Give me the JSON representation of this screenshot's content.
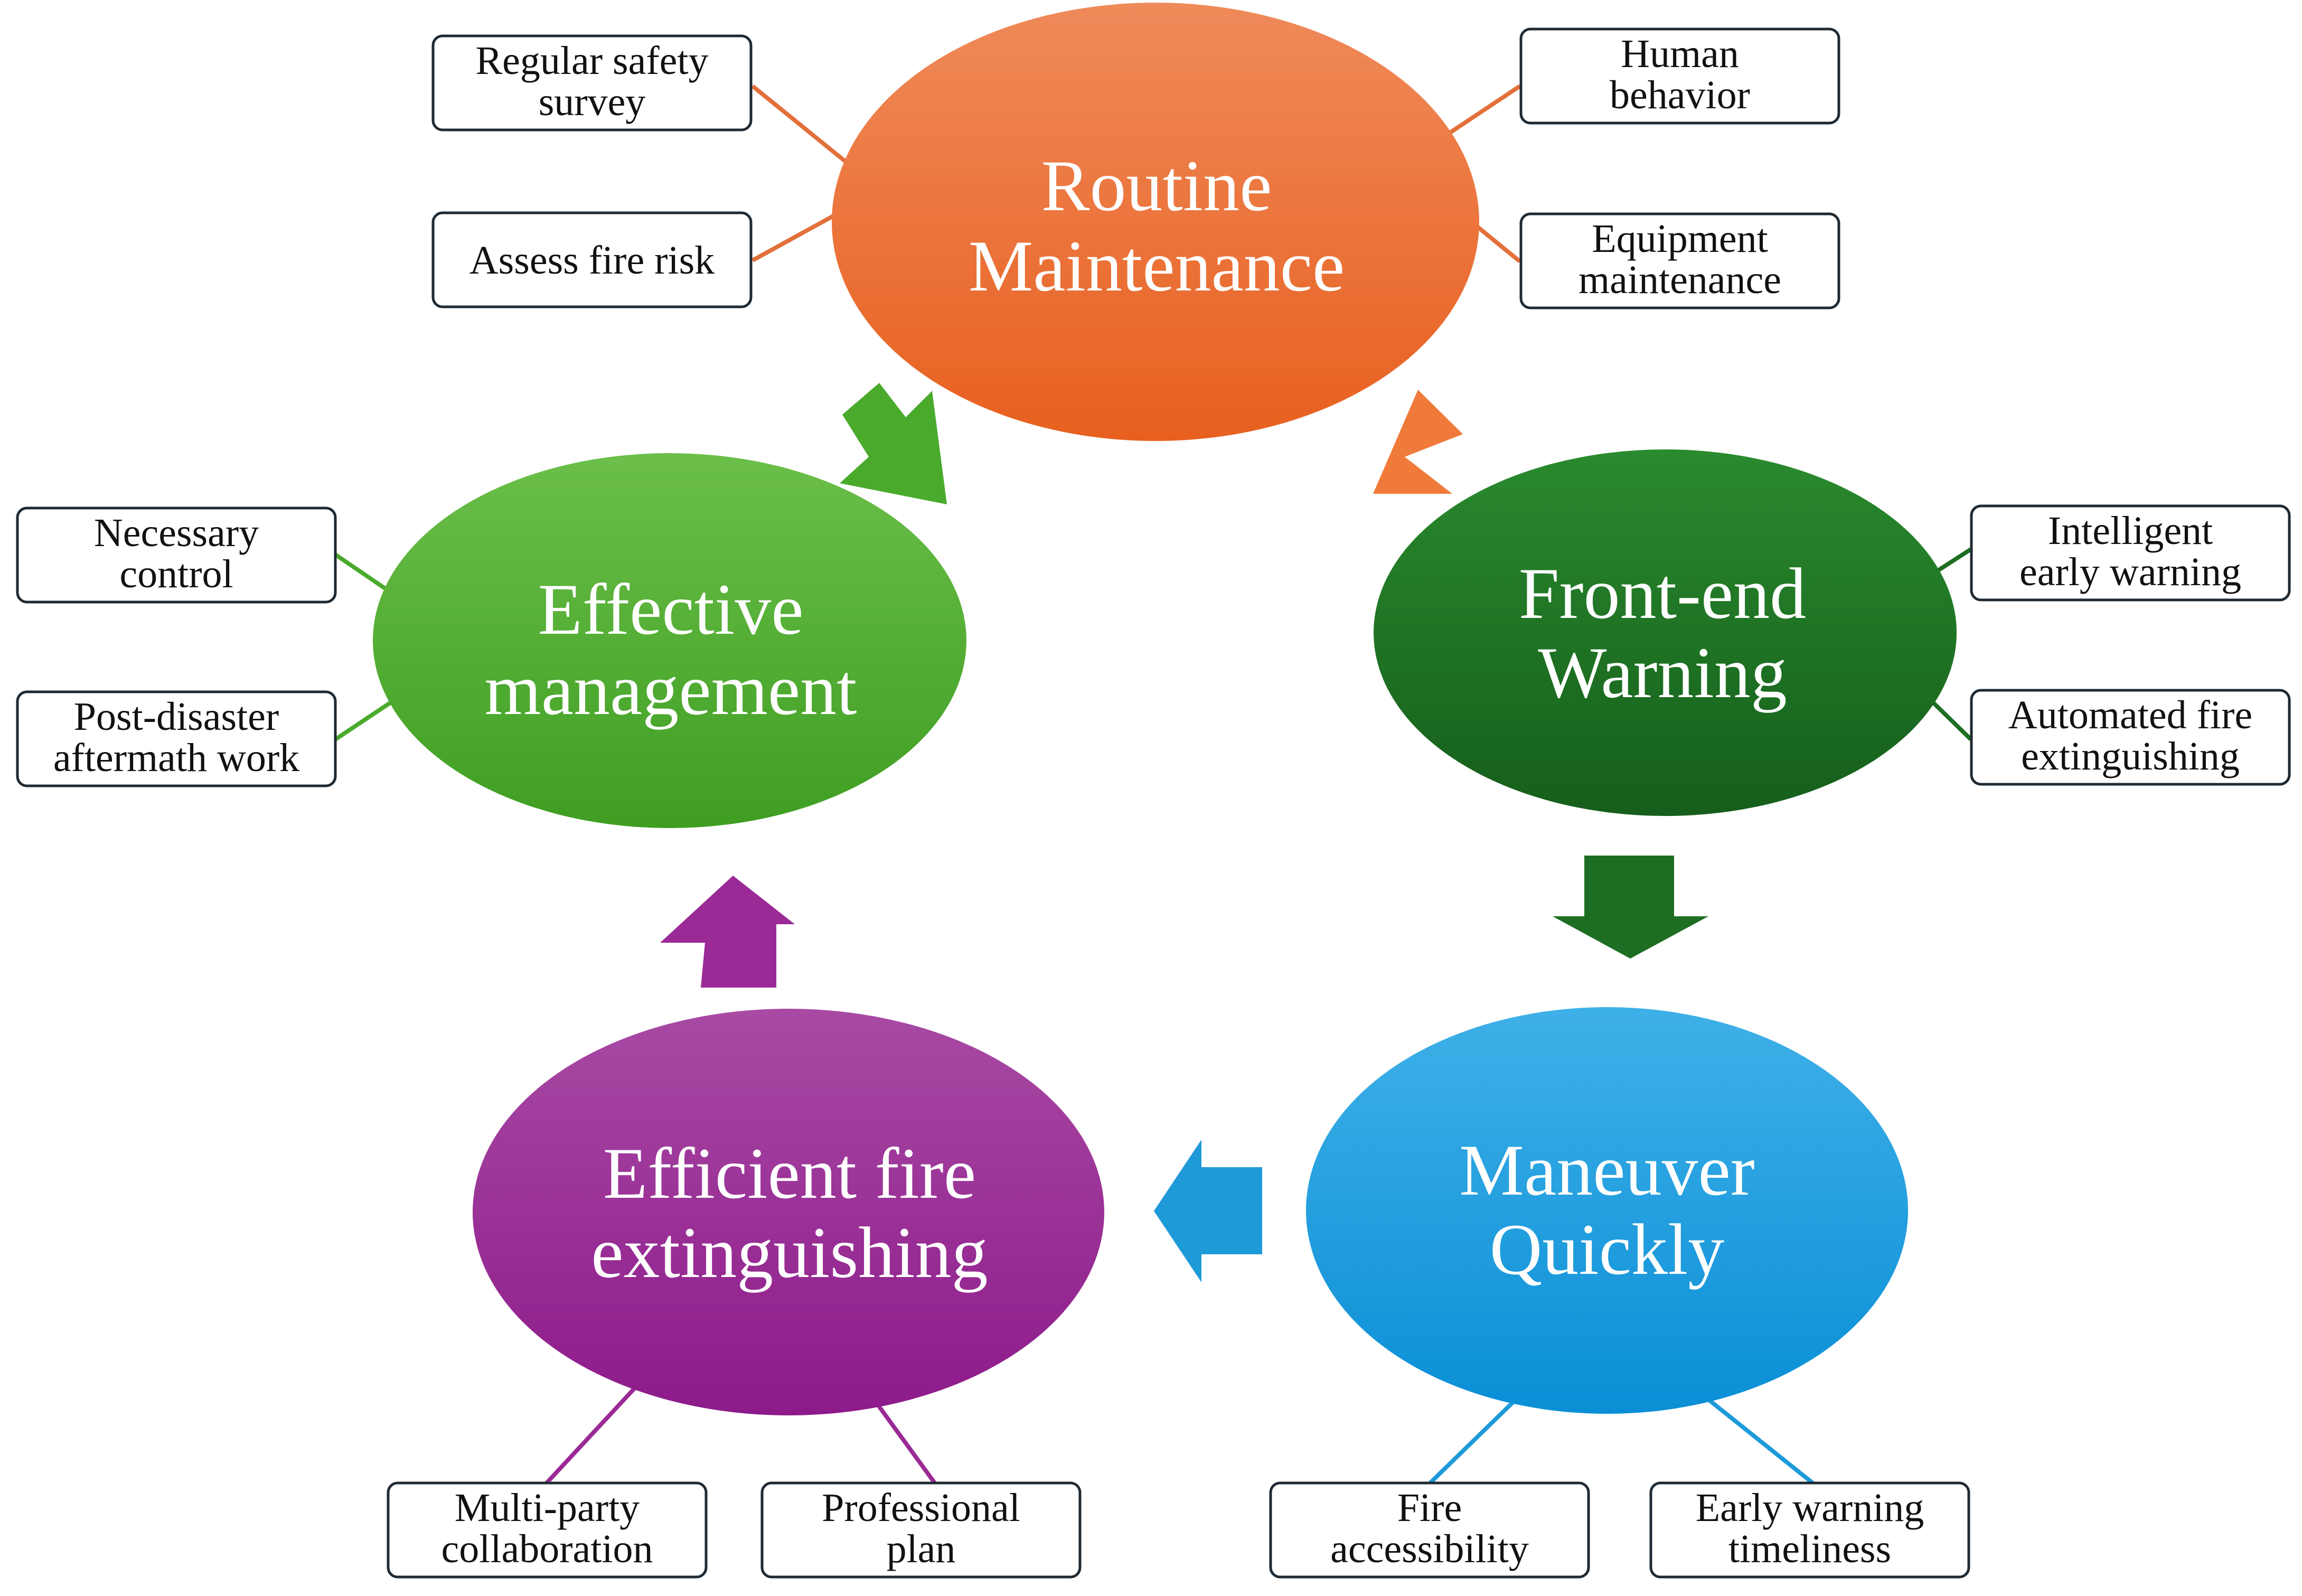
{
  "nodes": [
    {
      "id": "routine",
      "line1": "Routine",
      "line2": "Maintenance",
      "color_top": "#ef8a5a",
      "color_bottom": "#e8601f"
    },
    {
      "id": "warning",
      "line1": "Front-end",
      "line2": "Warning",
      "color_top": "#2a8a2e",
      "color_bottom": "#155e1b"
    },
    {
      "id": "maneuver",
      "line1": "Maneuver",
      "line2": "Quickly",
      "color_top": "#3fb0e8",
      "color_bottom": "#0a8fd6"
    },
    {
      "id": "efficient",
      "line1": "Efficient fire",
      "line2": "extinguishing",
      "color_top": "#a84aa4",
      "color_bottom": "#8d1a8a"
    },
    {
      "id": "effective",
      "line1": "Effective",
      "line2": "management",
      "color_top": "#6bbf4a",
      "color_bottom": "#3f9e22"
    }
  ],
  "boxes": {
    "regular_safety": {
      "line1": "Regular safety",
      "line2": "survey"
    },
    "assess_fire": {
      "line1": "Assess fire risk",
      "line2": ""
    },
    "human_behavior": {
      "line1": "Human",
      "line2": "behavior"
    },
    "equipment": {
      "line1": "Equipment",
      "line2": "maintenance"
    },
    "intelligent": {
      "line1": "Intelligent",
      "line2": "early warning"
    },
    "automated": {
      "line1": "Automated fire",
      "line2": "extinguishing"
    },
    "fire_access": {
      "line1": "Fire",
      "line2": "accessibility"
    },
    "early_timeliness": {
      "line1": "Early warning",
      "line2": "timeliness"
    },
    "multi_party": {
      "line1": "Multi-party",
      "line2": "collaboration"
    },
    "professional": {
      "line1": "Professional",
      "line2": "plan"
    },
    "necessary": {
      "line1": "Necessary",
      "line2": "control"
    },
    "post_disaster": {
      "line1": "Post-disaster",
      "line2": "aftermath work"
    }
  },
  "arrow_colors": {
    "routine_to_warning": "#f07a3a",
    "warning_to_maneuver": "#1d6e22",
    "maneuver_to_efficient": "#1e9ad9",
    "efficient_to_effective": "#9a2a95",
    "effective_to_routine": "#4aaa2c"
  }
}
